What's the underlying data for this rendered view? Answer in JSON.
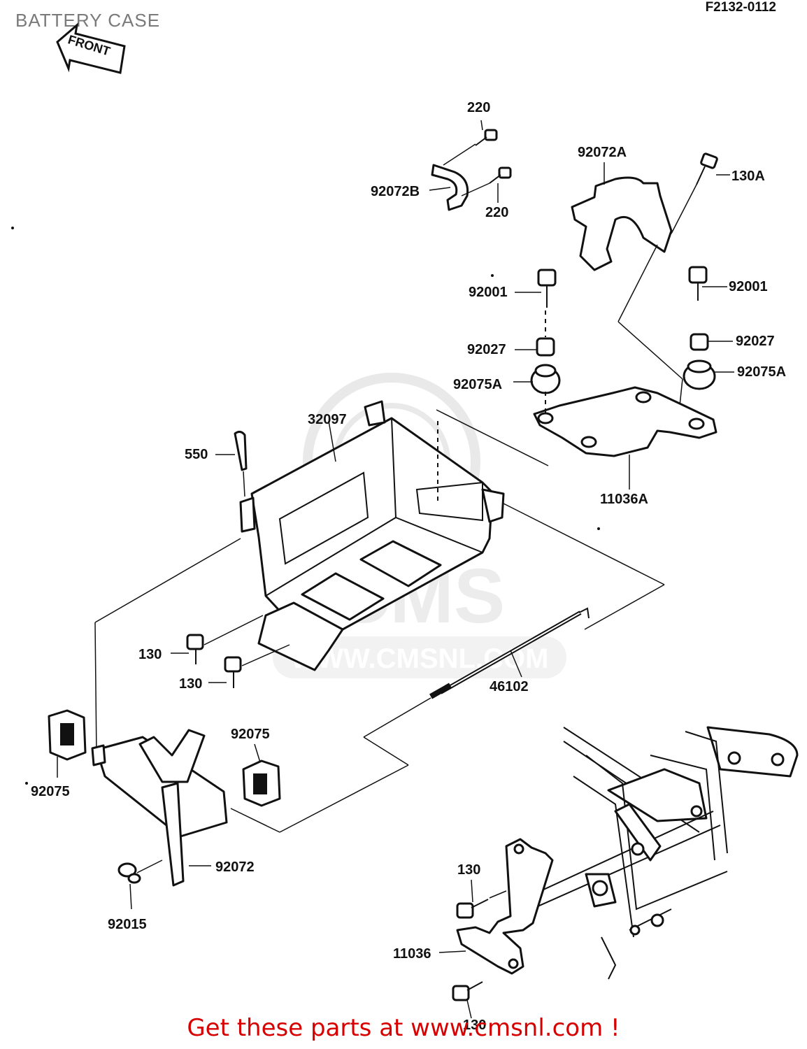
{
  "header": {
    "title": "BATTERY CASE",
    "ref": "F2132-0112"
  },
  "front_arrow": {
    "label": "FRONT"
  },
  "watermark": {
    "text": "WWW.CMSNL.COM"
  },
  "parts": [
    {
      "id": "p220a",
      "label": "220"
    },
    {
      "id": "p92072B",
      "label": "92072B"
    },
    {
      "id": "p220b",
      "label": "220"
    },
    {
      "id": "p92072A",
      "label": "92072A"
    },
    {
      "id": "p130A",
      "label": "130A"
    },
    {
      "id": "p92001a",
      "label": "92001"
    },
    {
      "id": "p92001b",
      "label": "92001"
    },
    {
      "id": "p92027a",
      "label": "92027"
    },
    {
      "id": "p92027b",
      "label": "92027"
    },
    {
      "id": "p92075Aa",
      "label": "92075A"
    },
    {
      "id": "p92075Ab",
      "label": "92075A"
    },
    {
      "id": "p32097",
      "label": "32097"
    },
    {
      "id": "p550",
      "label": "550"
    },
    {
      "id": "p11036A",
      "label": "11036A"
    },
    {
      "id": "p130a",
      "label": "130"
    },
    {
      "id": "p130b",
      "label": "130"
    },
    {
      "id": "p46102",
      "label": "46102"
    },
    {
      "id": "p92075a",
      "label": "92075"
    },
    {
      "id": "p92075b",
      "label": "92075"
    },
    {
      "id": "p92072",
      "label": "92072"
    },
    {
      "id": "p92015",
      "label": "92015"
    },
    {
      "id": "p130c",
      "label": "130"
    },
    {
      "id": "p11036",
      "label": "11036"
    },
    {
      "id": "p130d",
      "label": "130"
    }
  ],
  "footer": {
    "text": "Get these parts at www.cmsnl.com !"
  }
}
